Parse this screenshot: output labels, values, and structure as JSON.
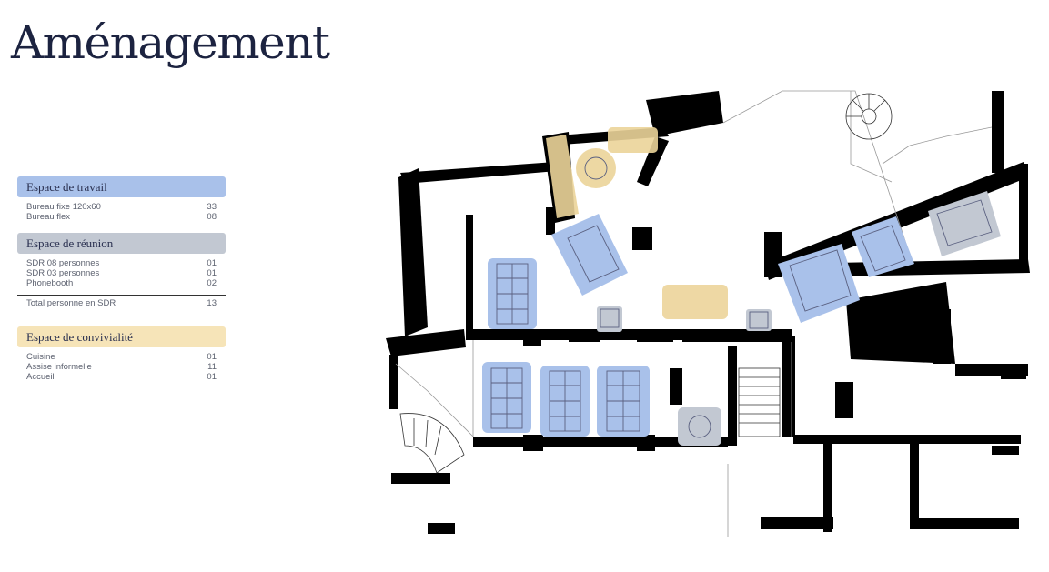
{
  "page": {
    "title": "Aménagement"
  },
  "legend": {
    "sections": [
      {
        "id": "travail",
        "header": "Espace de travail",
        "color": "#a9c1ea",
        "rows": [
          {
            "label": "Bureau fixe 120x60",
            "value": "33"
          },
          {
            "label": "Bureau flex",
            "value": "08"
          }
        ]
      },
      {
        "id": "reunion",
        "header": "Espace de réunion",
        "color": "#c2c8d2",
        "rows": [
          {
            "label": "SDR 08 personnes",
            "value": "01"
          },
          {
            "label": "SDR 03 personnes",
            "value": "01"
          },
          {
            "label": "Phonebooth",
            "value": "02"
          }
        ],
        "total": {
          "label": "Total personne en SDR",
          "value": "13"
        }
      },
      {
        "id": "convivialite",
        "header": "Espace de convivialité",
        "color": "#f6e4b8",
        "rows": [
          {
            "label": "Cuisine",
            "value": "01"
          },
          {
            "label": "Assise informelle",
            "value": "11"
          },
          {
            "label": "Accueil",
            "value": "01"
          }
        ]
      }
    ]
  },
  "plan": {
    "zone_colors": {
      "travail": "#a9c1ea",
      "reunion": "#c2c8d2",
      "convivialite": "#ecd49a",
      "walls": "#000000",
      "furniture": "#7b82a0"
    }
  }
}
